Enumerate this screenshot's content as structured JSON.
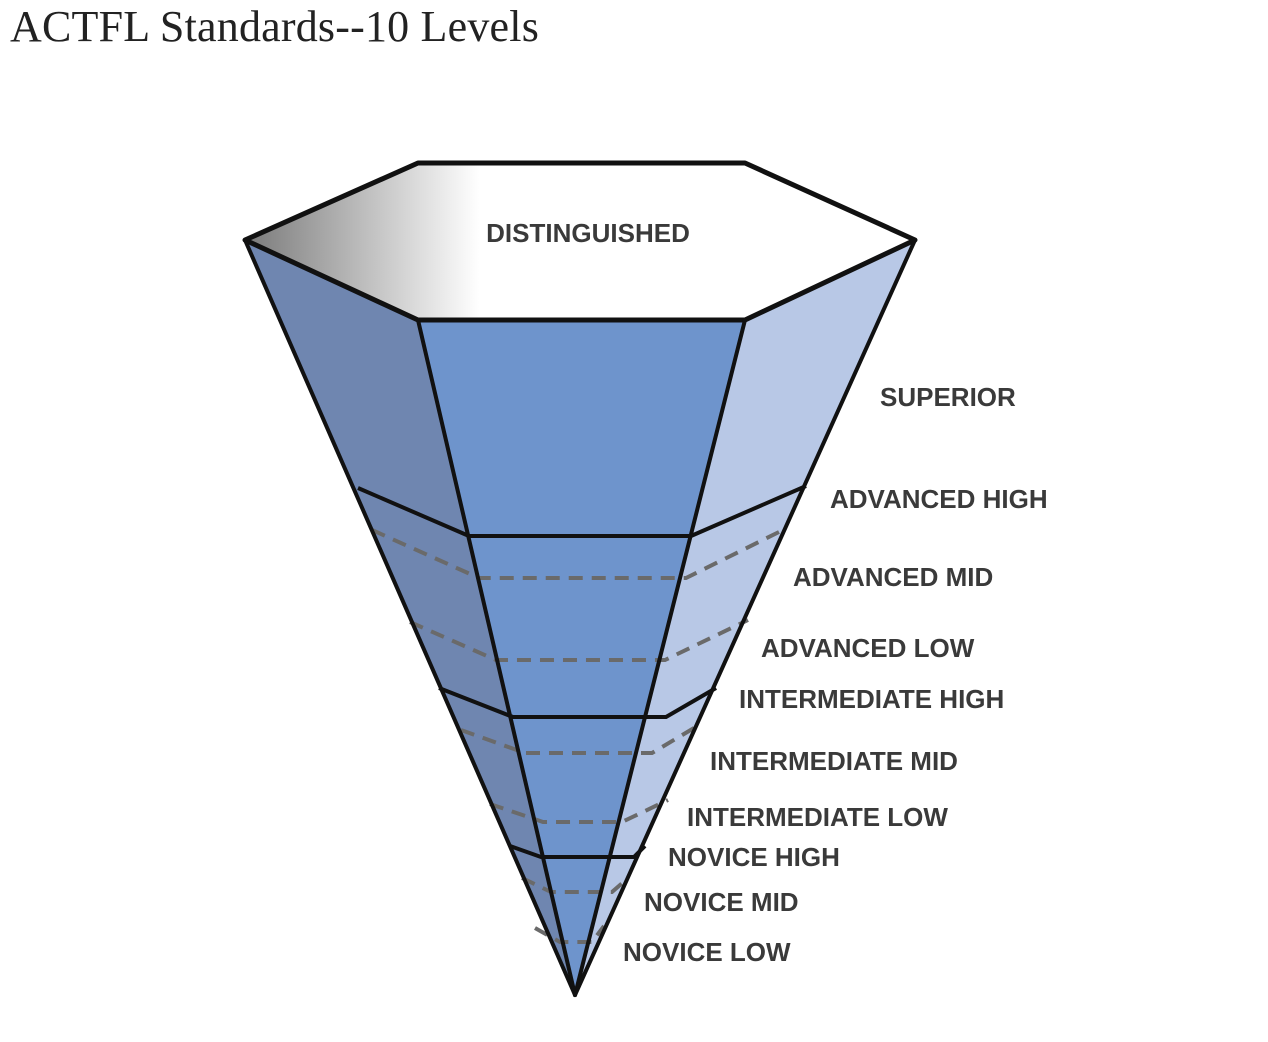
{
  "page": {
    "title": "ACTFL Standards--10 Levels"
  },
  "diagram": {
    "top_label": "DISTINGUISHED",
    "levels": [
      "SUPERIOR",
      "ADVANCED HIGH",
      "ADVANCED MID",
      "ADVANCED LOW",
      "INTERMEDIATE HIGH",
      "INTERMEDIATE MID",
      "INTERMEDIATE LOW",
      "NOVICE HIGH",
      "NOVICE MID",
      "NOVICE LOW"
    ],
    "colors": {
      "superior": "#f7f23a",
      "advanced": "#f0a860",
      "intermediate": "#a8c466",
      "novice": "#6e94cc",
      "top_face": "#ffffff"
    }
  }
}
